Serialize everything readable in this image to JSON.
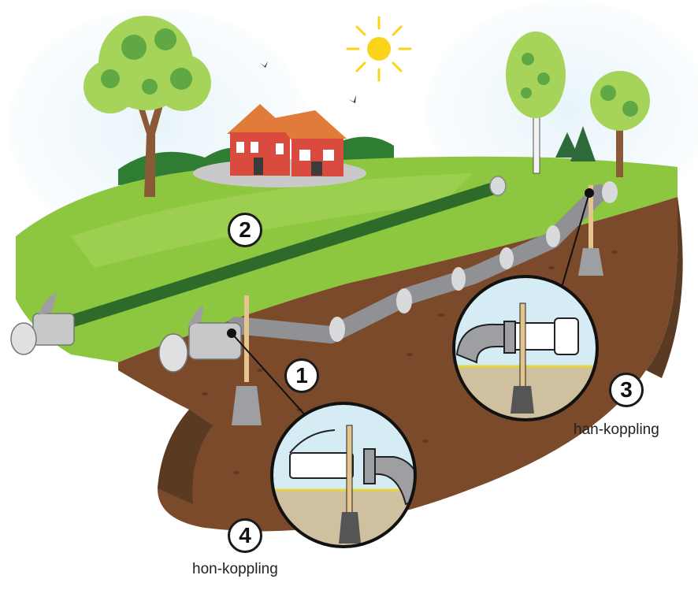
{
  "markers": [
    {
      "number": "1",
      "role": "above-ground pipe segment on stands"
    },
    {
      "number": "2",
      "role": "pipe laid on grass"
    },
    {
      "number": "3",
      "role": "male coupling detail"
    },
    {
      "number": "4",
      "role": "female coupling detail"
    }
  ],
  "labels": {
    "han_koppling": "han-koppling",
    "hon_koppling": "hon-koppling"
  },
  "colors": {
    "grass": "#8dc63f",
    "grass_light": "#a6d45a",
    "soil": "#7a4a2a",
    "soil_dark": "#5a3a22",
    "pipe_gray": "#a7a9ac",
    "pipe_green": "#2e6b2a",
    "house_red": "#d94b3f",
    "roof_orange": "#e07b3a",
    "sun": "#fbd31a",
    "sky_tint": "#e6f3f9"
  },
  "icons": [
    "sun-icon",
    "bird-icon",
    "tree-icon",
    "house-icon",
    "pipe-icon",
    "coupling-icon",
    "stand-icon",
    "magnifier-icon"
  ]
}
